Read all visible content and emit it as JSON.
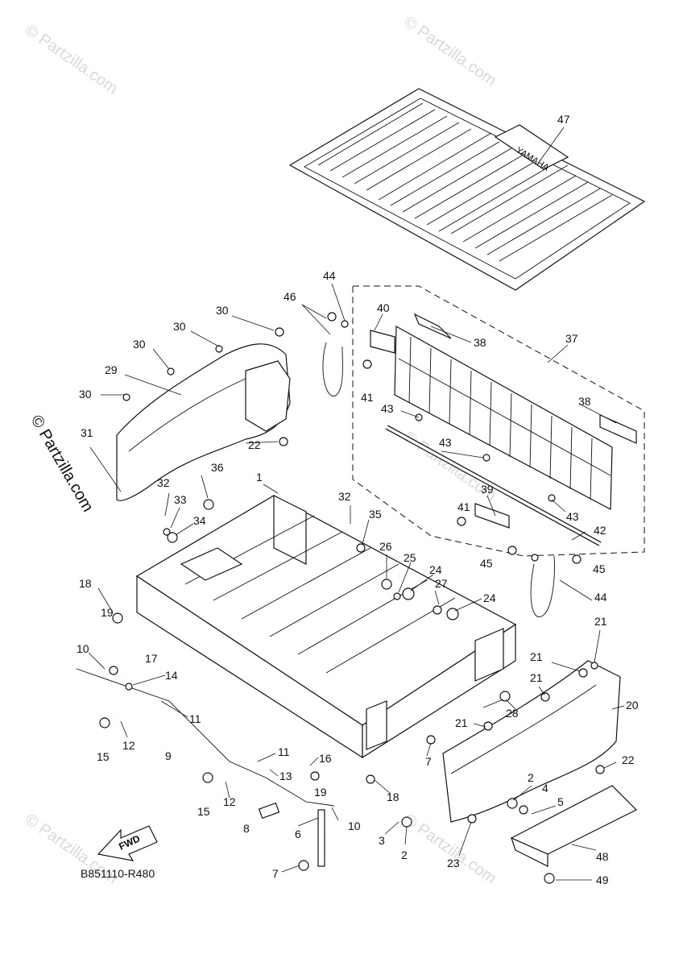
{
  "watermark": "© Partzilla.com",
  "diagram_code": "B851110-R480",
  "fwd_label": "FWD",
  "mat_brand": "YAMAHA",
  "callouts": [
    "1",
    "2",
    "3",
    "4",
    "5",
    "6",
    "7",
    "8",
    "9",
    "10",
    "11",
    "12",
    "13",
    "14",
    "15",
    "16",
    "17",
    "18",
    "19",
    "20",
    "21",
    "22",
    "23",
    "24",
    "25",
    "26",
    "27",
    "28",
    "29",
    "30",
    "31",
    "32",
    "33",
    "34",
    "35",
    "36",
    "37",
    "38",
    "39",
    "40",
    "41",
    "42",
    "43",
    "44",
    "45",
    "46",
    "47",
    "48",
    "49"
  ]
}
